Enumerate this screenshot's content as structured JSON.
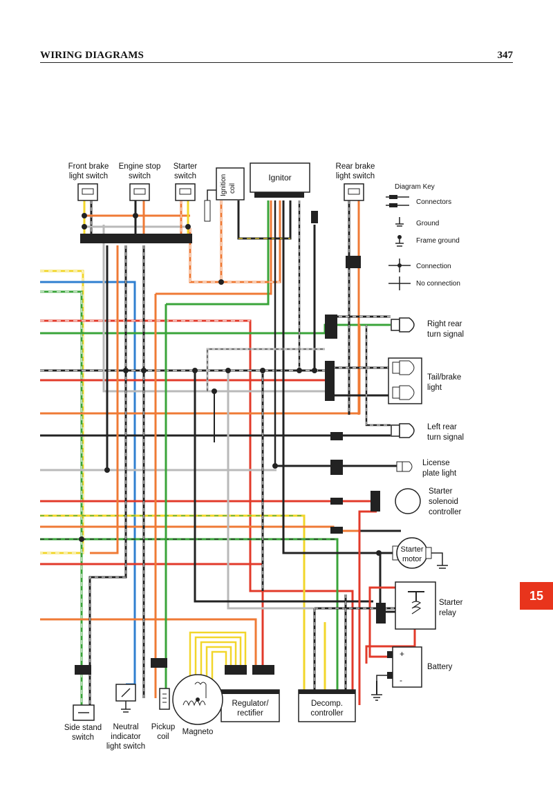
{
  "header": {
    "title": "WIRING DIAGRAMS",
    "page": "347"
  },
  "tab": {
    "chapter": "15"
  },
  "components": {
    "front_brake_switch": [
      "Front brake",
      "light switch"
    ],
    "engine_stop_switch": [
      "Engine stop",
      "switch"
    ],
    "starter_switch": [
      "Starter",
      "switch"
    ],
    "ignition_coil": [
      "Ignition",
      "coil"
    ],
    "ignitor": "Ignitor",
    "rear_brake_switch": [
      "Rear brake",
      "light switch"
    ],
    "right_rear_turn": [
      "Right rear",
      "turn signal"
    ],
    "tail_brake_light": [
      "Tail/brake",
      "light"
    ],
    "left_rear_turn": [
      "Left rear",
      "turn signal"
    ],
    "license_plate": [
      "License",
      "plate light"
    ],
    "starter_solenoid": [
      "Starter",
      "solenoid",
      "controller"
    ],
    "starter_motor": [
      "Starter",
      "motor"
    ],
    "starter_relay": [
      "Starter",
      "relay"
    ],
    "battery": "Battery",
    "regulator": [
      "Regulator/",
      "rectifier"
    ],
    "decomp": [
      "Decomp.",
      "controller"
    ],
    "side_stand": [
      "Side stand",
      "switch"
    ],
    "neutral_switch": [
      "Neutral",
      "indicator",
      "light switch"
    ],
    "pickup_coil": [
      "Pickup",
      "coil"
    ],
    "magneto": "Magneto"
  },
  "diagram_key": {
    "title": "Diagram Key",
    "items": [
      "Connectors",
      "Ground",
      "Frame ground",
      "Connection",
      "No connection"
    ]
  },
  "colors": {
    "red": "#e23a2a",
    "orange": "#ef7a35",
    "green": "#3aa43a",
    "blue": "#2f7fd0",
    "yellow": "#f2d62a",
    "black": "#222222",
    "gray": "#b9b9b9",
    "white": "#ffffff",
    "accent": "#e8341c"
  }
}
